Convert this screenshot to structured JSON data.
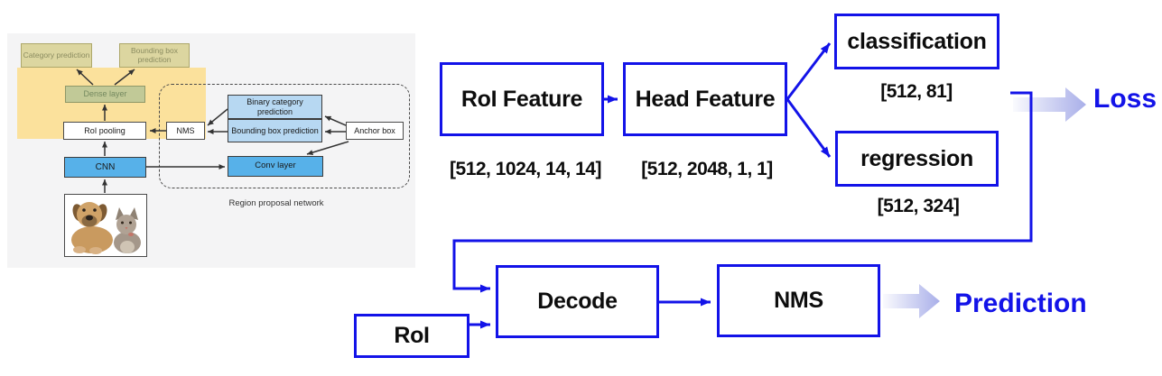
{
  "colors": {
    "accent_blue": "#1313e8",
    "lavender": "#a9afe9",
    "panel_bg": "#f4f4f5",
    "highlight_yellow": "#fbe19c",
    "cnn_blue": "#57b1e9",
    "light_blue": "#b7d8f2"
  },
  "pipeline": {
    "roi_feature": {
      "label": "RoI Feature",
      "shape": "[512, 1024, 14, 14]"
    },
    "head_feature": {
      "label": "Head Feature",
      "shape": "[512, 2048, 1, 1]"
    },
    "classification": {
      "label": "classification",
      "shape": "[512, 81]"
    },
    "regression": {
      "label": "regression",
      "shape": "[512, 324]"
    },
    "loss_label": "Loss",
    "roi": {
      "label": "RoI"
    },
    "decode": {
      "label": "Decode"
    },
    "nms": {
      "label": "NMS"
    },
    "prediction_label": "Prediction"
  },
  "rpn_figure": {
    "category_prediction": "Category prediction",
    "bounding_box_prediction_out": "Bounding box prediction",
    "dense_layer": "Dense layer",
    "roi_pooling": "RoI pooling",
    "nms": "NMS",
    "cnn": "CNN",
    "binary_category_prediction": "Binary category prediction",
    "bounding_box_prediction": "Bounding box prediction",
    "anchor_box": "Anchor box",
    "conv_layer": "Conv layer",
    "caption": "Region proposal network"
  }
}
